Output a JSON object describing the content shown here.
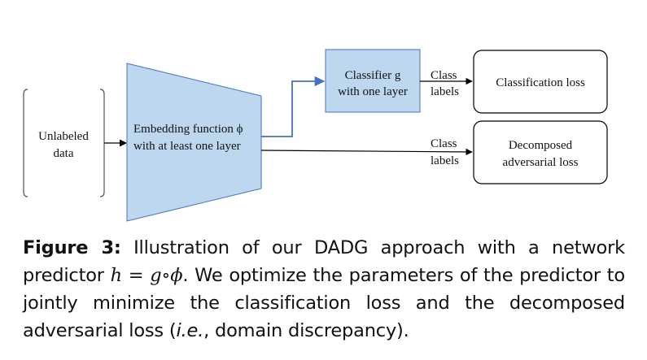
{
  "diagram": {
    "input_label": [
      "Unlabeled",
      "data"
    ],
    "embedding_label": [
      "Embedding function ϕ",
      "with at least one layer"
    ],
    "classifier_label": [
      "Classifier g",
      "with one layer"
    ],
    "class_labels_top": [
      "Class",
      "labels"
    ],
    "class_labels_bottom": [
      "Class",
      "labels"
    ],
    "classification_loss": "Classification loss",
    "adversarial_loss": [
      "Decomposed",
      "adversarial loss"
    ],
    "colors": {
      "block_fill": "#bdd7ee",
      "block_stroke": "#4472c4",
      "blue_arrow": "#4472c4",
      "black_arrow": "#000000"
    }
  },
  "caption": {
    "figure_label": "Figure 3:",
    "text_part1": " Illustration of our DADG approach with a network predictor ",
    "math_expr": "h = g∘ϕ",
    "text_part2": ". We optimize the parameters of the predictor to jointly minimize the classification loss and the decomposed adversarial loss (",
    "ie": "i.e.",
    "text_part3": ", domain discrepancy)."
  }
}
